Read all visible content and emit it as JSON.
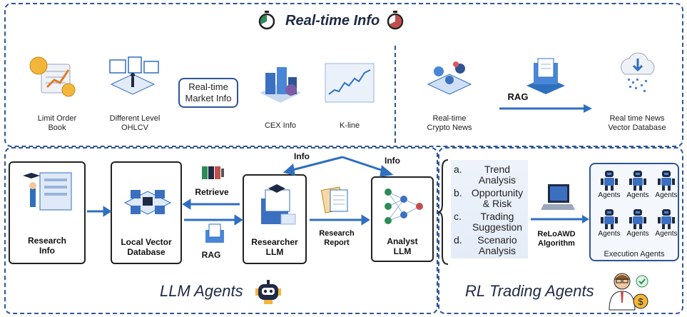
{
  "realtime": {
    "title": "Real-time Info",
    "items": {
      "limit_order_book": "Limit Order\nBook",
      "ohlcv": "Different Level\nOHLCV",
      "market_info": "Real-time\nMarket Info",
      "cex_info": "CEX Info",
      "kline": "K-line",
      "crypto_news": "Real-time\nCrypto News",
      "rag": "RAG",
      "vector_db": "Real time News\nVector Database"
    }
  },
  "llm": {
    "title": "LLM Agents",
    "research_info": "Research\nInfo",
    "local_db": "Local Vector\nDatabase",
    "retrieve": "Retrieve",
    "rag": "RAG",
    "researcher": "Researcher\nLLM",
    "research_report": "Research\nReport",
    "analyst": "Analyst\nLLM",
    "info_left": "Info",
    "info_right": "Info"
  },
  "rl": {
    "title": "RL Trading Agents",
    "analysis": [
      {
        "key": "a.",
        "text": "Trend\nAnalysis"
      },
      {
        "key": "b.",
        "text": "Opportunity\n& Risk"
      },
      {
        "key": "c.",
        "text": "Trading\nSuggestion"
      },
      {
        "key": "d.",
        "text": "Scenario\nAnalysis"
      }
    ],
    "algorithm": "ReLoAWD\nAlgorithm",
    "agents": [
      "Agents",
      "Agents",
      "Agents",
      "Agents",
      "Agents",
      "Agents"
    ],
    "execution": "Execution Agents"
  },
  "colors": {
    "accent": "#2f5597",
    "arrow": "#2f6fc0",
    "dark": "#1f2a44"
  },
  "icons": [
    "stopwatch-icon",
    "timer-icon",
    "robot-icon",
    "trader-icon",
    "coin-icon",
    "dashboard-icon",
    "server-icon",
    "chart-icon",
    "cloud-icon",
    "laptop-icon",
    "neural-net-icon",
    "document-icon",
    "book-icon",
    "agent-robot-icon"
  ]
}
